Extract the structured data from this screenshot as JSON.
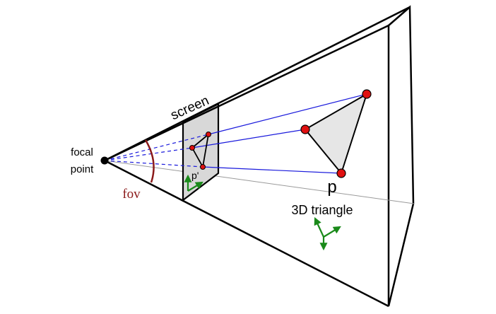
{
  "labels": {
    "focal_point_line1": "focal",
    "focal_point_line2": "point",
    "fov": "fov",
    "screen": "screen",
    "projected_point": "p'",
    "point": "p",
    "triangle": "3D triangle"
  },
  "colors": {
    "frustum_edge": "#000000",
    "projection_ray": "#1a1adc",
    "hidden_ray": "#1a1adc",
    "fov_arc": "#8b1a1a",
    "vertex_fill": "#e01010",
    "triangle_fill": "#e6e6e6",
    "screen_fill": "#d8d8d8",
    "axis": "#1a8a1a",
    "center_axis": "#9a9a9a"
  }
}
